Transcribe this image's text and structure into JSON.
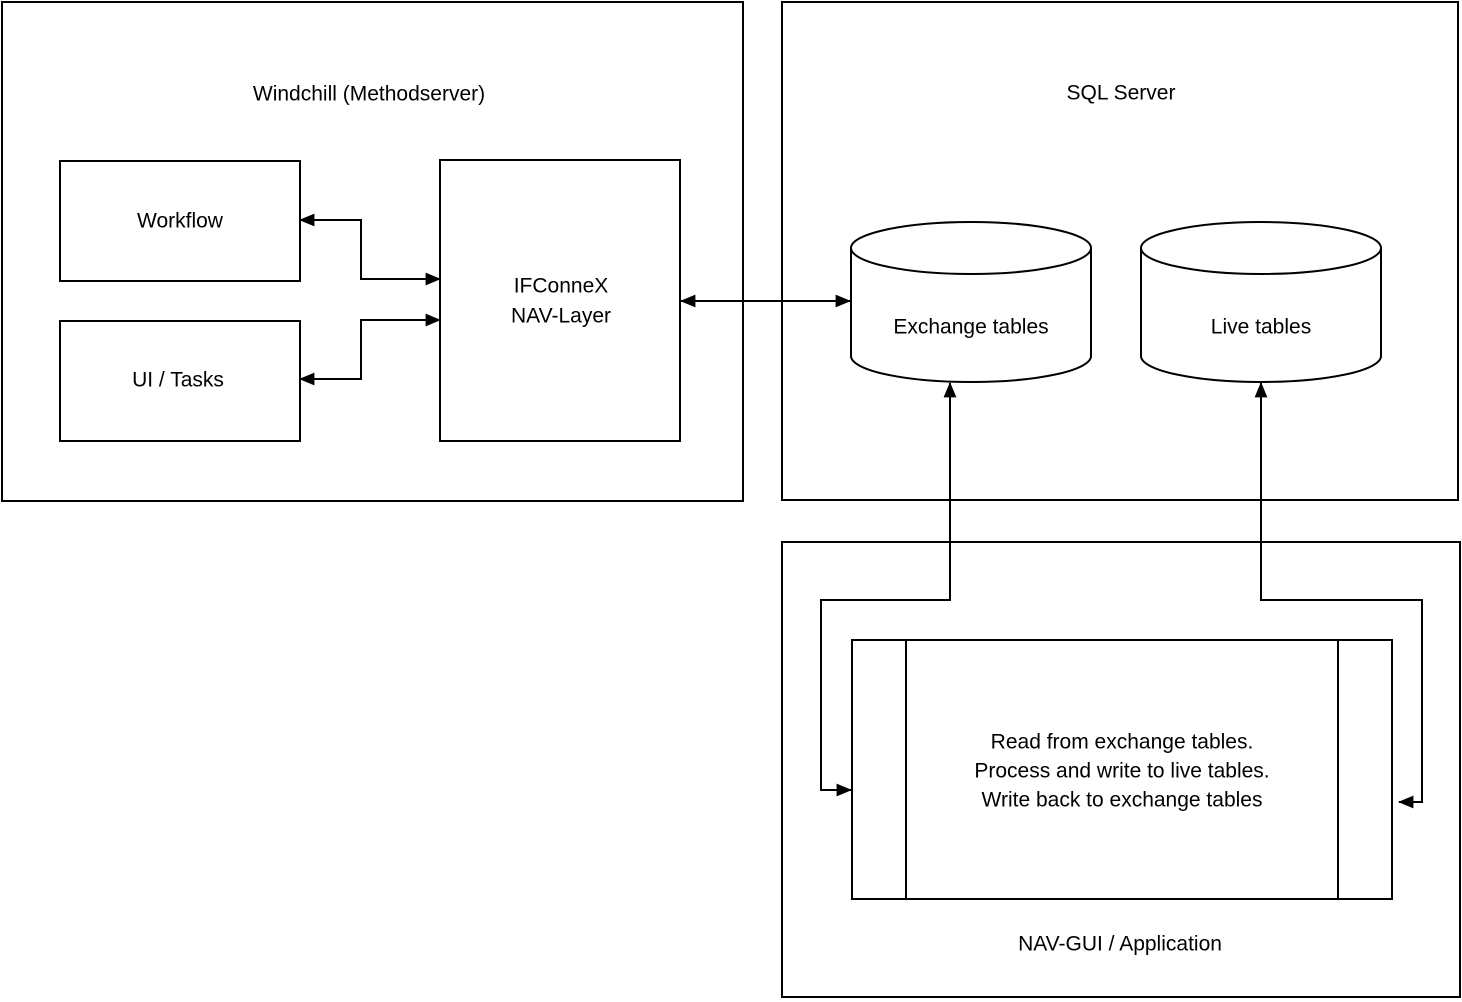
{
  "colors": {
    "stroke": "#000000",
    "fill": "#ffffff",
    "text": "#000000"
  },
  "windchill": {
    "title": "Windchill (Methodserver)",
    "workflow_label": "Workflow",
    "ui_tasks_label": "UI / Tasks",
    "ifconnex": {
      "line1": "IFConneX",
      "line2": "NAV-Layer"
    }
  },
  "sql_server": {
    "title": "SQL Server",
    "exchange_tables_label": "Exchange tables",
    "live_tables_label": "Live tables"
  },
  "nav_gui": {
    "title": "NAV-GUI / Application",
    "process": {
      "line1": "Read from exchange tables.",
      "line2": "Process and write to live tables.",
      "line3": "Write back to exchange tables"
    }
  }
}
